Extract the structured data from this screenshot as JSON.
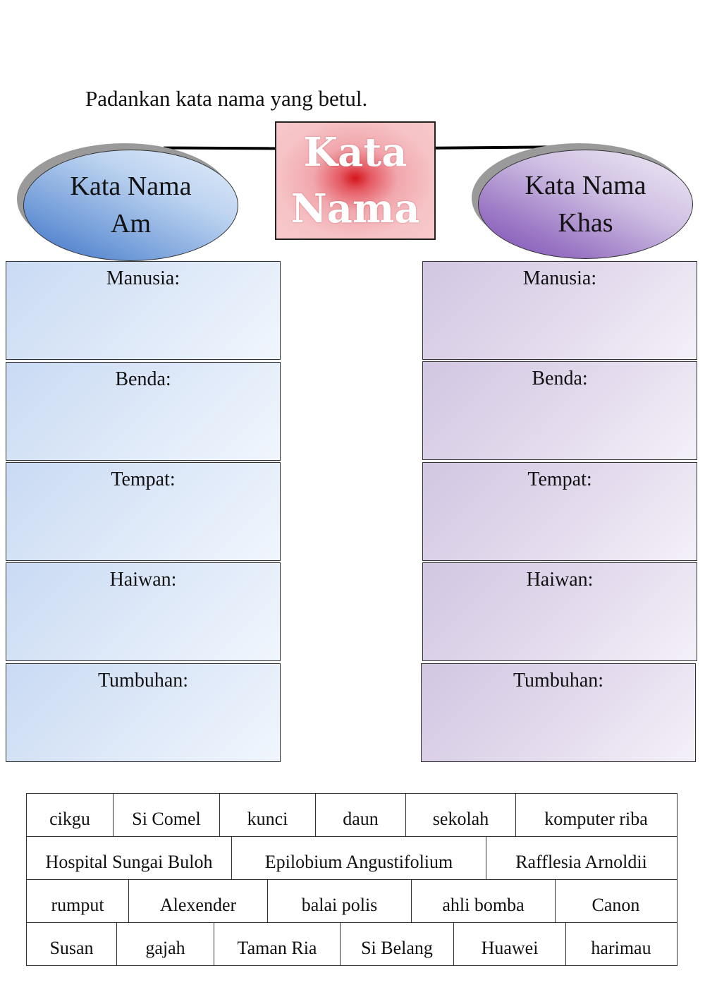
{
  "instruction": "Padankan kata nama yang betul.",
  "center": {
    "line1": "Kata",
    "line2": "Nama"
  },
  "left_group": {
    "title_line1": "Kata Nama",
    "title_line2": "Am",
    "color": "#4a7cc9"
  },
  "right_group": {
    "title_line1": "Kata Nama",
    "title_line2": "Khas",
    "color": "#8a60bb"
  },
  "categories": [
    "Manusia:",
    "Benda:",
    "Tempat:",
    "Haiwan:",
    "Tumbuhan:"
  ],
  "word_bank": [
    [
      "cikgu",
      "Si Comel",
      "kunci",
      "daun",
      "sekolah",
      "komputer riba"
    ],
    [
      "Hospital Sungai Buloh",
      "Epilobium Angustifolium",
      "Rafflesia Arnoldii"
    ],
    [
      "rumput",
      "Alexender",
      "balai polis",
      "ahli bomba",
      "Canon"
    ],
    [
      "Susan",
      "gajah",
      "Taman Ria",
      "Si Belang",
      "Huawei",
      "harimau"
    ]
  ]
}
